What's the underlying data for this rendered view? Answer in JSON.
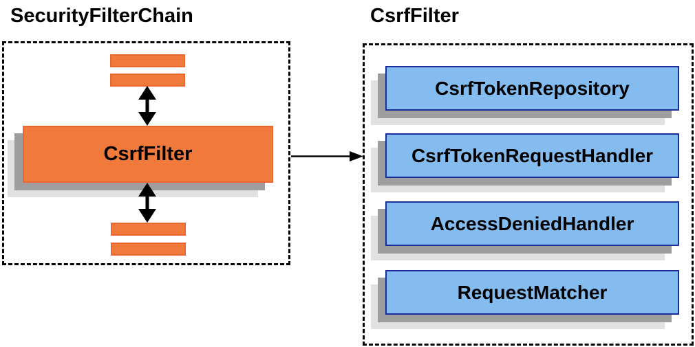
{
  "colors": {
    "background": "#FFFFFF",
    "text": "#000000",
    "line": "#000000",
    "orange-fill": "#F0793C",
    "orange-border": "#E8692F",
    "blue-fill": "#85BCF0",
    "blue-border": "#1B2D9B",
    "shadow-dark": "#9E9E9E",
    "shadow-light": "#E1E1E1"
  },
  "left_panel": {
    "title": "SecurityFilterChain",
    "filter_box": {
      "label": "CsrfFilter"
    }
  },
  "right_panel": {
    "title": "CsrfFilter",
    "components": [
      {
        "label": "CsrfTokenRepository"
      },
      {
        "label": "CsrfTokenRequestHandler"
      },
      {
        "label": "AccessDeniedHandler"
      },
      {
        "label": "RequestMatcher"
      }
    ]
  }
}
